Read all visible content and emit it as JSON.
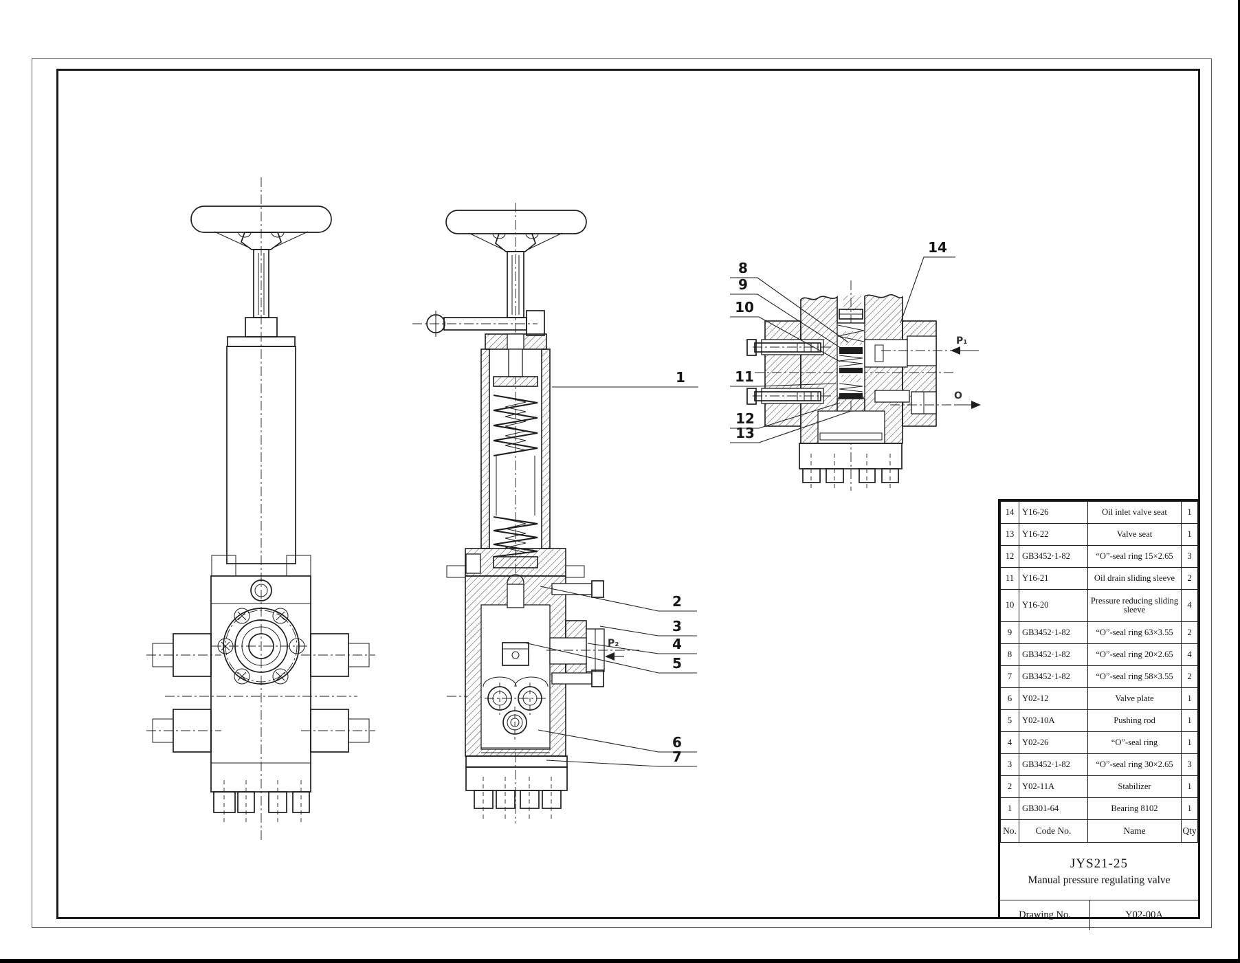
{
  "document": {
    "product_model": "JYS21-25",
    "product_name": "Manual pressure regulating valve",
    "drawing_no_label": "Drawing No.",
    "drawing_no": "Y02-00A"
  },
  "parts_table": {
    "headers": {
      "no": "No.",
      "code": "Code No.",
      "name": "Name",
      "qty": "Qty"
    },
    "rows": [
      {
        "no": "14",
        "code": "Y16-26",
        "name": "Oil inlet valve seat",
        "qty": "1"
      },
      {
        "no": "13",
        "code": "Y16-22",
        "name": "Valve seat",
        "qty": "1"
      },
      {
        "no": "12",
        "code": "GB3452·1-82",
        "name": "“O”-seal ring 15×2.65",
        "qty": "3"
      },
      {
        "no": "11",
        "code": "Y16-21",
        "name": "Oil drain sliding sleeve",
        "qty": "2"
      },
      {
        "no": "10",
        "code": "Y16-20",
        "name": "Pressure reducing sliding sleeve",
        "qty": "4"
      },
      {
        "no": "9",
        "code": "GB3452·1-82",
        "name": "“O”-seal ring 63×3.55",
        "qty": "2"
      },
      {
        "no": "8",
        "code": "GB3452·1-82",
        "name": "“O”-seal ring 20×2.65",
        "qty": "4"
      },
      {
        "no": "7",
        "code": "GB3452·1-82",
        "name": "“O”-seal ring 58×3.55",
        "qty": "2"
      },
      {
        "no": "6",
        "code": "Y02-12",
        "name": "Valve plate",
        "qty": "1"
      },
      {
        "no": "5",
        "code": "Y02-10A",
        "name": "Pushing rod",
        "qty": "1"
      },
      {
        "no": "4",
        "code": "Y02-26",
        "name": "“O”-seal ring",
        "qty": "1"
      },
      {
        "no": "3",
        "code": "GB3452·1-82",
        "name": "“O”-seal ring 30×2.65",
        "qty": "3"
      },
      {
        "no": "2",
        "code": "Y02-11A",
        "name": "Stabilizer",
        "qty": "1"
      },
      {
        "no": "1",
        "code": "GB301-64",
        "name": "Bearing 8102",
        "qty": "1"
      }
    ]
  },
  "callouts": {
    "c1": "1",
    "c2": "2",
    "c3": "3",
    "c4": "4",
    "c5": "5",
    "c6": "6",
    "c7": "7",
    "c8": "8",
    "c9": "9",
    "c10": "10",
    "c11": "11",
    "c12": "12",
    "c13": "13",
    "c14": "14"
  },
  "ports": {
    "p1": "P₁",
    "p2": "P₂",
    "outlet": "O"
  },
  "colors": {
    "line": "#1c1c1c",
    "background": "#ffffff"
  }
}
